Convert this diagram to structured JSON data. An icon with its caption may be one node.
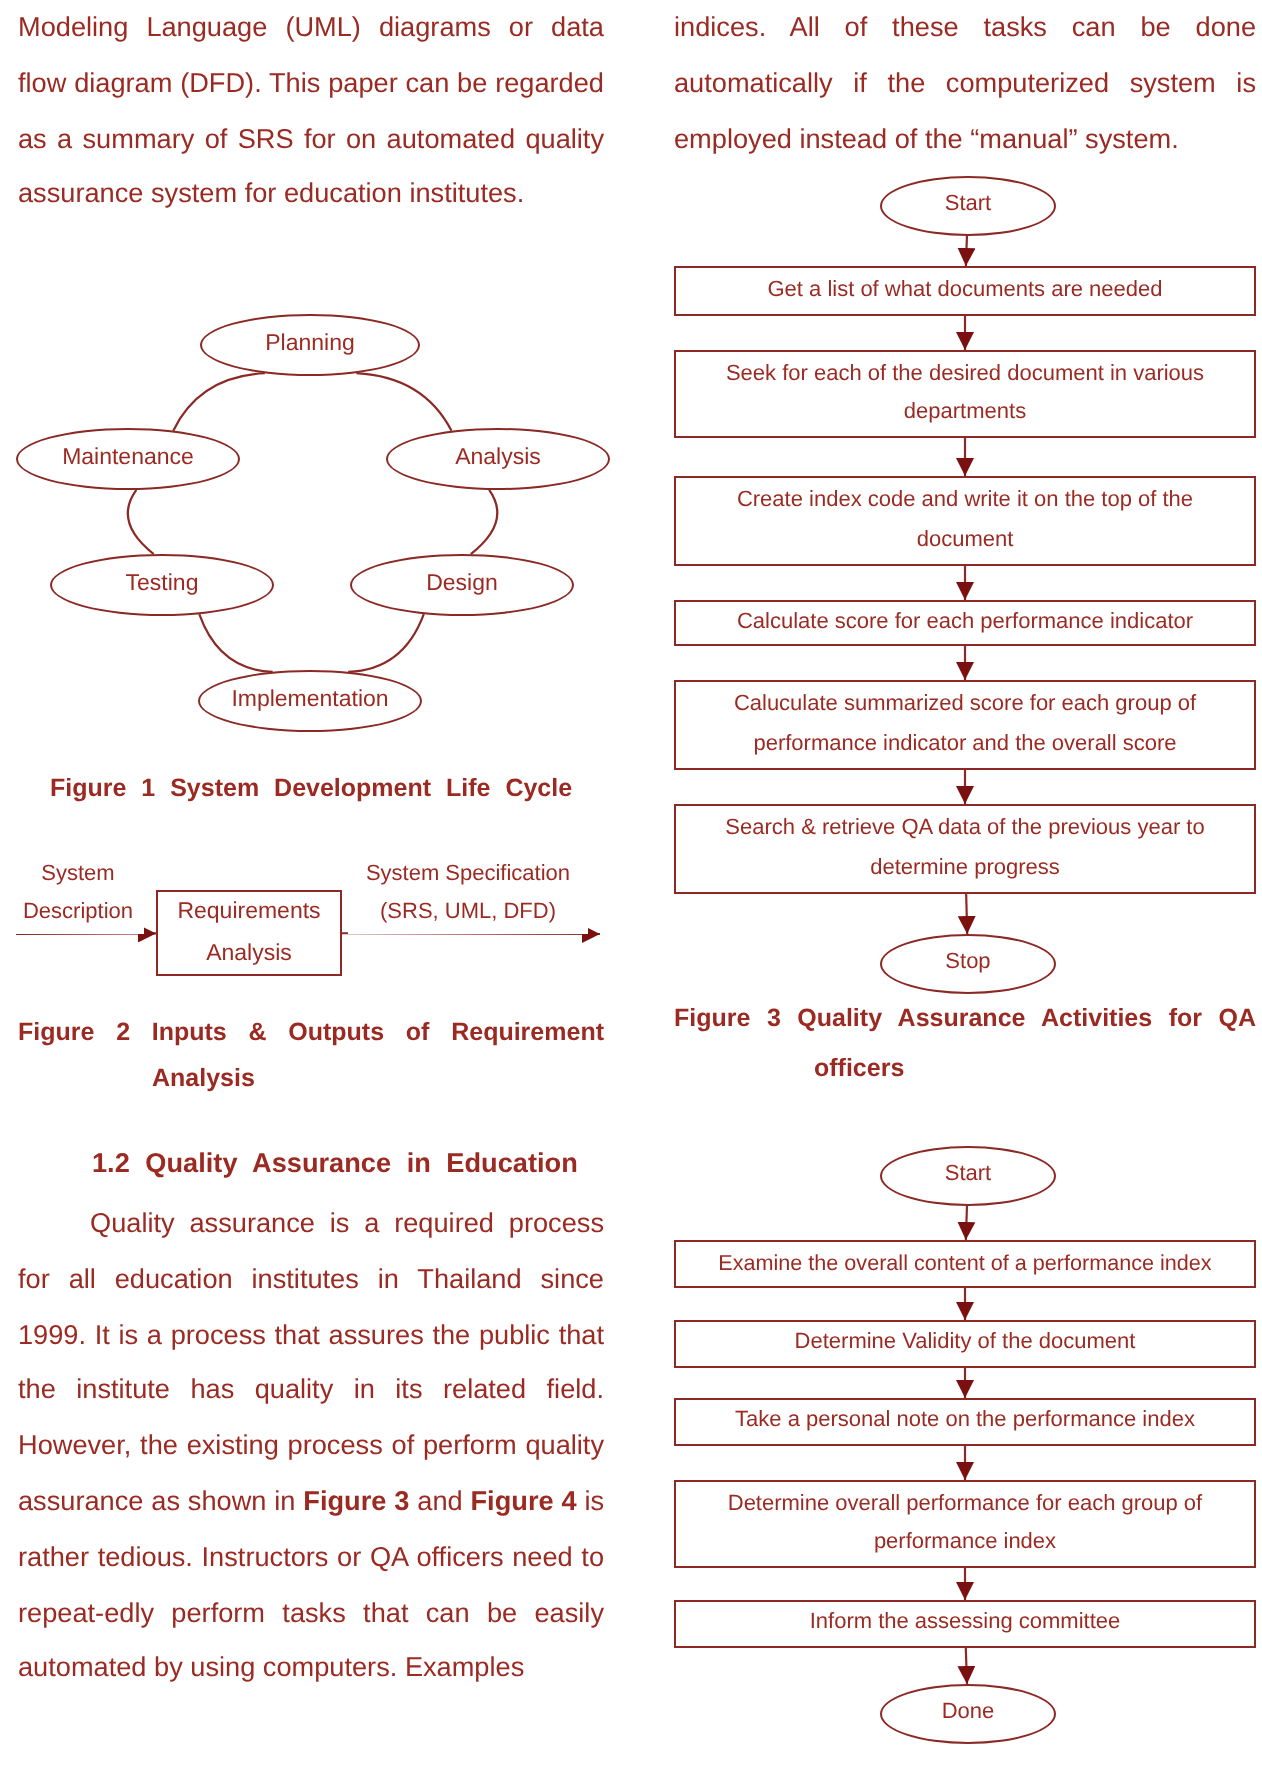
{
  "diagram": {
    "nodes": [
      {
        "text": [
          "Planning"
        ]
      },
      {
        "text": [
          "Analysis"
        ]
      },
      {
        "text": [
          "Design"
        ]
      },
      {
        "text": [
          "Implementation"
        ]
      },
      {
        "text": [
          "Testing"
        ]
      },
      {
        "text": [
          "Maintenance"
        ]
      },
      {
        "text": [
          "Requirements Analysis"
        ]
      },
      {
        "text": [
          "Start"
        ]
      },
      {
        "text": [
          "Get a list of what documents are needed"
        ]
      },
      {
        "text": [
          "Seek for each of the desired document in various departments"
        ]
      },
      {
        "text": [
          "Create index code and write it on the top of the document"
        ]
      },
      {
        "text": [
          "Calculate score for each performance indicator"
        ]
      },
      {
        "text": [
          "Caluculate summarized score for each group of performance indicator and the overall score"
        ]
      },
      {
        "text": [
          "Search & retrieve QA data of the previous year to determine progress"
        ]
      },
      {
        "text": [
          "Stop"
        ]
      },
      {
        "text": [
          "Start"
        ]
      },
      {
        "text": [
          "Examine the overall content of a performance index"
        ]
      },
      {
        "text": [
          "Determine Validity of the document"
        ]
      },
      {
        "text": [
          "Take a personal note on the performance index"
        ]
      },
      {
        "text": [
          "Determine overall performance for each group of performance index"
        ]
      },
      {
        "text": [
          "Inform the assessing committee"
        ]
      },
      {
        "text": [
          "Done"
        ]
      }
    ],
    "edges": [
      {
        "from": 0,
        "to": 1,
        "arrow": "none"
      },
      {
        "from": 1,
        "to": 2,
        "arrow": "none"
      },
      {
        "from": 2,
        "to": 3,
        "arrow": "none"
      },
      {
        "from": 3,
        "to": 4,
        "arrow": "none"
      },
      {
        "from": 4,
        "to": 5,
        "arrow": "none"
      },
      {
        "from": 5,
        "to": 0,
        "arrow": "none"
      },
      {
        "from": null,
        "to": 6,
        "arrow": "to",
        "label": "System Description"
      },
      {
        "from": 6,
        "to": null,
        "arrow": "to",
        "label": "System Specification (SRS, UML, DFD)"
      },
      {
        "from": 7,
        "to": 8,
        "arrow": "to"
      },
      {
        "from": 8,
        "to": 9,
        "arrow": "to"
      },
      {
        "from": 9,
        "to": 10,
        "arrow": "to"
      },
      {
        "from": 10,
        "to": 11,
        "arrow": "to"
      },
      {
        "from": 11,
        "to": 12,
        "arrow": "to"
      },
      {
        "from": 12,
        "to": 13,
        "arrow": "to"
      },
      {
        "from": 13,
        "to": 14,
        "arrow": "to"
      },
      {
        "from": 15,
        "to": 16,
        "arrow": "to"
      },
      {
        "from": 16,
        "to": 17,
        "arrow": "to"
      },
      {
        "from": 17,
        "to": 18,
        "arrow": "to"
      },
      {
        "from": 18,
        "to": 19,
        "arrow": "to"
      },
      {
        "from": 19,
        "to": 20,
        "arrow": "to"
      },
      {
        "from": 20,
        "to": 21,
        "arrow": "to"
      }
    ],
    "labels": [
      "Modeling Language (UML) diagrams or data flow diagram (DFD). This paper can be regarded as a summary of SRS for on automated quality assurance system for education institutes.",
      "Figure 1 System Development Life Cycle",
      "Figure 2 Inputs & Outputs of Requirement Analysis",
      "1.2 Quality Assurance in Education",
      "Quality assurance is a required process for all education institutes in Thailand since 1999. It is a process that assures the public that the institute has quality in its related field. However, the existing process of perform quality assurance as shown in **Figure 3** and **Figure 4** is rather tedious. Instructors or QA officers need to repeat-edly perform tasks that can be easily automated by using computers. Examples",
      "indices. All of these tasks can be done automatically if the computerized system is employed instead of the “manual” system.",
      "Figure 3 Quality Assurance Activities for QA officers"
    ]
  }
}
